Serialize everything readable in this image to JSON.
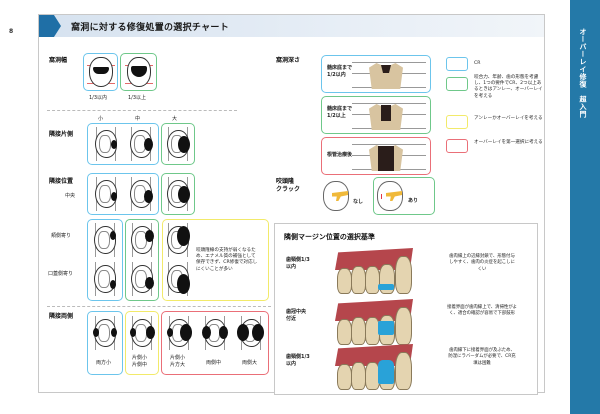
{
  "page": {
    "number": "8"
  },
  "side_tab": {
    "text": "オーバーレイ修復　超入門",
    "color": "#2479a8"
  },
  "title": {
    "text": "窩洞に対する修復処置の選択チャート",
    "accent": "#1f6fa6"
  },
  "colors": {
    "blue": "#6cc5ec",
    "green": "#6fc88a",
    "yellow": "#f2ea6a",
    "red": "#ea6f78",
    "inlay": "#29a2d8",
    "gum": "#b5464c",
    "tooth": "#e4d4b0"
  },
  "sections": {
    "cavity_width": {
      "label": "窩洞幅",
      "items": [
        {
          "caption": "1/3以内",
          "border": "blue"
        },
        {
          "caption": "1/3以上",
          "border": "green"
        }
      ]
    },
    "proximal_one_side": {
      "label": "隣接片側",
      "size_headers": [
        "小",
        "中",
        "大"
      ]
    },
    "proximal_position": {
      "label": "隣接位置",
      "rows": [
        "中央",
        "頬側寄り",
        "口蓋側寄り"
      ],
      "note": "咬頭隆線の支持が弱くなるため、エナメル質の補強として保存できず、CR修復で対応しにくいことが多い"
    },
    "proximal_both_sides": {
      "label": "隣接両側",
      "captions": [
        "両方小",
        "片側小\n片側中",
        "片側小\n片方大",
        "両側中",
        "両側大"
      ]
    },
    "cavity_depth": {
      "label": "窩洞深さ",
      "items": [
        {
          "caption": "髄床底まで\n1/2以内",
          "border": "blue"
        },
        {
          "caption": "髄床底まで\n1/2以上",
          "border": "green"
        },
        {
          "caption": "根管治療後",
          "border": "red"
        }
      ]
    },
    "cusp_crack": {
      "label": "咬頭隆\nクラック",
      "items": [
        {
          "caption": "なし"
        },
        {
          "caption": "あり",
          "border": "green"
        }
      ]
    }
  },
  "legend": [
    {
      "color": "blue",
      "text": "CR"
    },
    {
      "color": "green",
      "text": "咬合力、年齢、歯の形態を考慮し、1つの要件でCR、2つ以上あるときはアンレー、オーバーレイを考える"
    },
    {
      "color": "yellow",
      "text": "アンレーかオーバーレイを考える"
    },
    {
      "color": "red",
      "text": "オーバーレイを第一選択に考える"
    }
  ],
  "margin_section": {
    "title": "隣側マージン位置の選択基準",
    "rows": [
      {
        "label": "歯頸側1/3\n以内",
        "note": "歯肉縁上の辺縁封鎖で、形態付与しやすく、歯肉の炎症を起こしにくい"
      },
      {
        "label": "歯冠中央\n付近",
        "note": "接着界面が歯肉縁上で、清掃性がよく、適合の確認が容易で下部鼓形"
      },
      {
        "label": "歯頸側1/3\n以内",
        "note": "歯肉縁下に接着界面が及ぶため、防湿にラバーダムが必要で、CR充填は困難"
      }
    ]
  }
}
